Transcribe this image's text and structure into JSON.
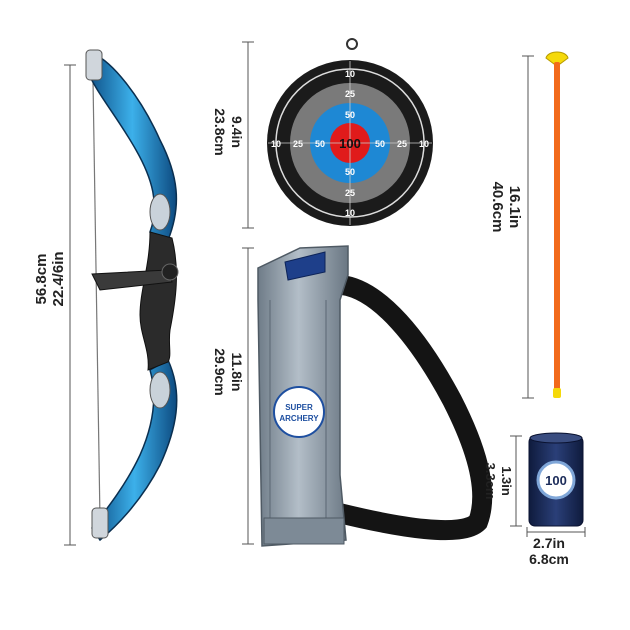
{
  "bow": {
    "height_cm": "56.8cm",
    "height_in": "22.4/6in"
  },
  "target": {
    "height_in": "9.4in",
    "height_cm": "23.8cm",
    "ring_labels": {
      "outer": "10",
      "middle": "25",
      "inner": "50",
      "center": "100"
    }
  },
  "arrow": {
    "length_in": "16.1in",
    "length_cm": "40.6cm"
  },
  "quiver": {
    "height_in": "11.8in",
    "height_cm": "29.9cm",
    "logo_line1": "SUPER",
    "logo_line2": "ARCHERY"
  },
  "can": {
    "height_in": "1.3in",
    "height_cm": "3.3cm",
    "width_in": "2.7in",
    "width_cm": "6.8cm",
    "label": "100"
  },
  "colors": {
    "bow_blue": "#2f9bd8",
    "target_red": "#e01b1b",
    "target_blue": "#1e88d4",
    "arrow_orange": "#f26a1b",
    "arrow_tip": "#f5d90a",
    "quiver_gray": "#8d9aa6",
    "can_navy": "#1c2c5a"
  }
}
